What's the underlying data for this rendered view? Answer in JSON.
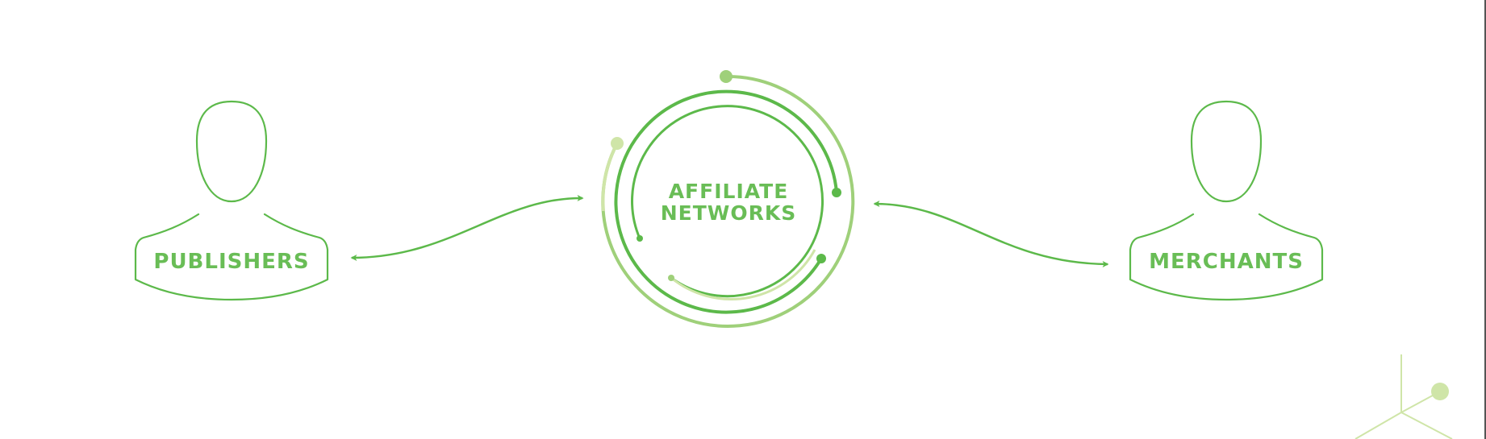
{
  "diagram": {
    "publishers": {
      "label": "PUBLISHERS"
    },
    "center": {
      "line1": "AFFILIATE",
      "line2": "NETWORKS"
    },
    "merchants": {
      "label": "MERCHANTS"
    }
  },
  "colors": {
    "primary": "#5cb94a",
    "light": "#9fd07a",
    "pale": "#cfe5a8",
    "border": "#555555"
  }
}
